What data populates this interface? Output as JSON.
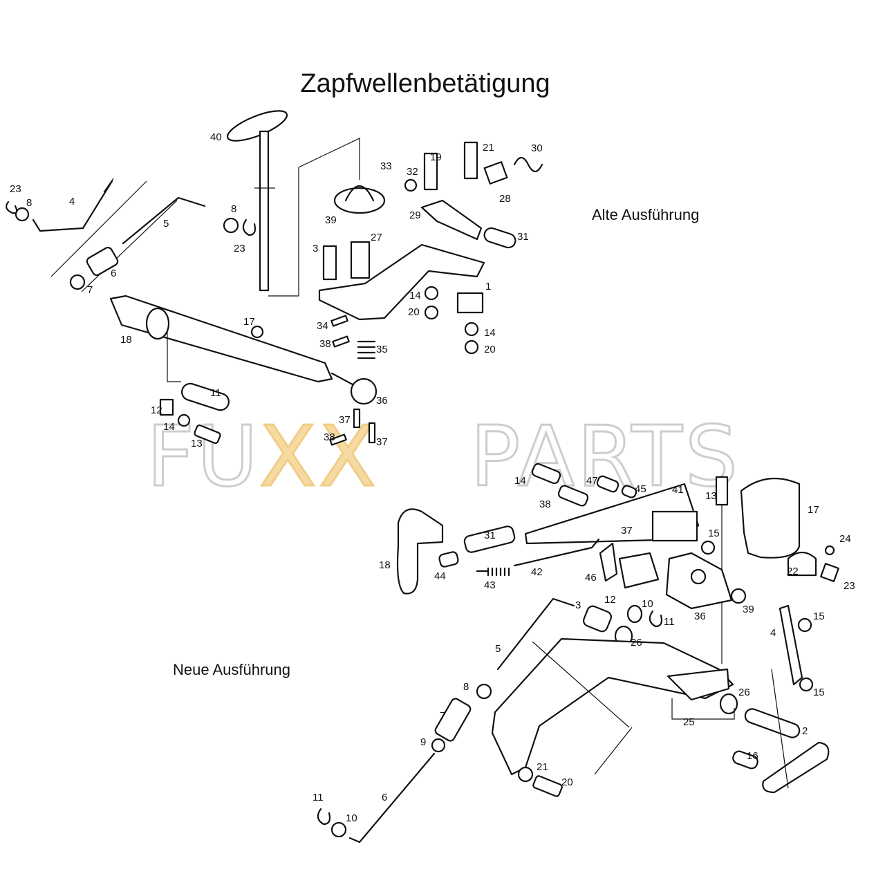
{
  "title": "Zapfwellenbetätigung",
  "variants": {
    "old": "Alte Ausführung",
    "new": "Neue Ausführung"
  },
  "watermark": {
    "part1": "FU",
    "part2": "XX",
    "part3": "PARTS",
    "accent": "#f2c46a"
  },
  "labels_old": [
    "40",
    "4",
    "5",
    "23",
    "8",
    "6",
    "7",
    "8",
    "23",
    "39",
    "27",
    "3",
    "33",
    "32",
    "19",
    "21",
    "30",
    "29",
    "28",
    "31",
    "1",
    "14",
    "20",
    "14",
    "20",
    "34",
    "38",
    "35",
    "17",
    "18",
    "11",
    "12",
    "14",
    "13",
    "36",
    "37",
    "38",
    "37"
  ],
  "labels_new": [
    "14",
    "38",
    "47",
    "45",
    "41",
    "13",
    "17",
    "24",
    "31",
    "18",
    "44",
    "43",
    "42",
    "46",
    "37",
    "15",
    "36",
    "22",
    "23",
    "39",
    "12",
    "10",
    "3",
    "11",
    "26",
    "4",
    "15",
    "5",
    "8",
    "7",
    "9",
    "15",
    "26",
    "25",
    "2",
    "16",
    "21",
    "20",
    "6",
    "11",
    "10"
  ]
}
